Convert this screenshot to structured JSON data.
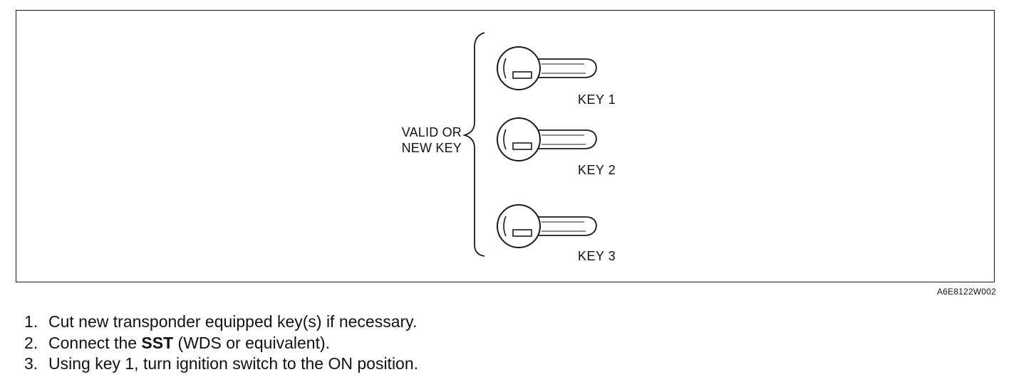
{
  "diagram": {
    "group_label_line1": "VALID OR",
    "group_label_line2": "NEW KEY",
    "keys": [
      {
        "label": "KEY 1"
      },
      {
        "label": "KEY 2"
      },
      {
        "label": "KEY 3"
      }
    ],
    "figure_code": "A6E8122W002",
    "line_color": "#1a1a1a"
  },
  "steps": [
    {
      "number": "1.",
      "text": "Cut new transponder equipped key(s) if necessary."
    },
    {
      "number": "2.",
      "before": "Connect the ",
      "bold": "SST",
      "after": " (WDS or equivalent)."
    },
    {
      "number": "3.",
      "text": "Using key 1, turn ignition switch to the ON position."
    }
  ]
}
